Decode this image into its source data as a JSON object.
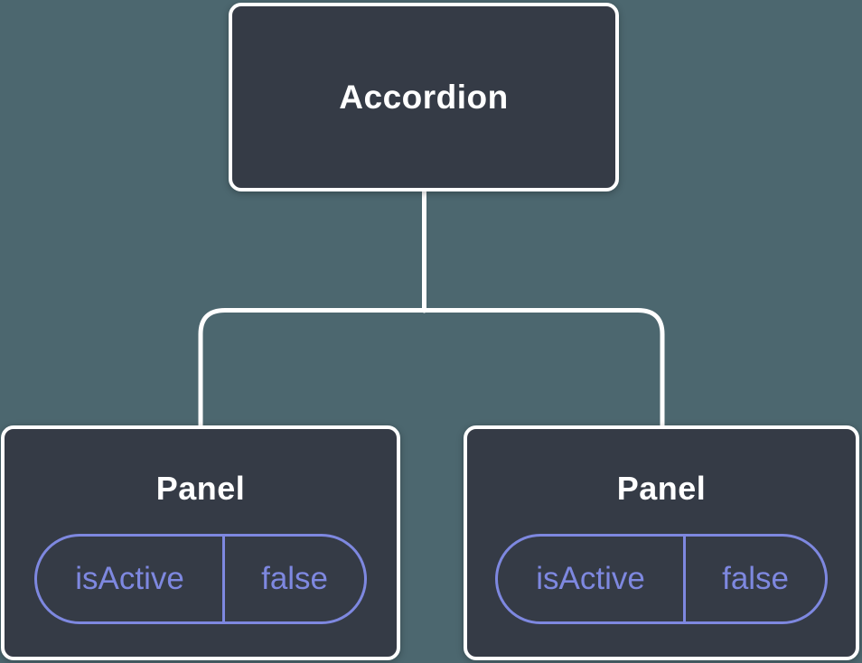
{
  "colors": {
    "background": "#4C676F",
    "node": "#353B46",
    "border": "#FFFFFF",
    "text": "#FFFFFF",
    "accent": "#7E88E0"
  },
  "tree": {
    "root": {
      "label": "Accordion"
    },
    "children": [
      {
        "label": "Panel",
        "state": {
          "key": "isActive",
          "value": "false"
        }
      },
      {
        "label": "Panel",
        "state": {
          "key": "isActive",
          "value": "false"
        }
      }
    ]
  }
}
